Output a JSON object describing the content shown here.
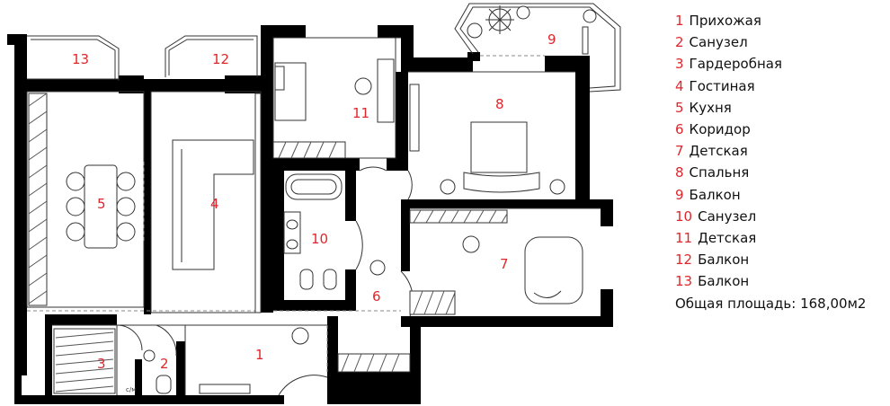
{
  "rooms": [
    {
      "num": "1",
      "name": "Прихожая"
    },
    {
      "num": "2",
      "name": "Санузел"
    },
    {
      "num": "3",
      "name": "Гардеробная"
    },
    {
      "num": "4",
      "name": "Гостиная"
    },
    {
      "num": "5",
      "name": "Кухня"
    },
    {
      "num": "6",
      "name": "Коридор"
    },
    {
      "num": "7",
      "name": "Детская"
    },
    {
      "num": "8",
      "name": "Спальня"
    },
    {
      "num": "9",
      "name": "Балкон"
    },
    {
      "num": "10",
      "name": "Санузел"
    },
    {
      "num": "11",
      "name": "Детская"
    },
    {
      "num": "12",
      "name": "Балкон"
    },
    {
      "num": "13",
      "name": "Балкон"
    }
  ],
  "total_area": "Общая площадь: 168,00м2",
  "plan_labels": {
    "r1": "1",
    "r2": "2",
    "r3": "3",
    "r4": "4",
    "r5": "5",
    "r6": "6",
    "r7": "7",
    "r8": "8",
    "r9": "9",
    "r10": "10",
    "r11": "11",
    "r12": "12",
    "r13": "13",
    "sm": "с/м"
  },
  "colors": {
    "label": "#e0262c",
    "wall": "#000000"
  }
}
